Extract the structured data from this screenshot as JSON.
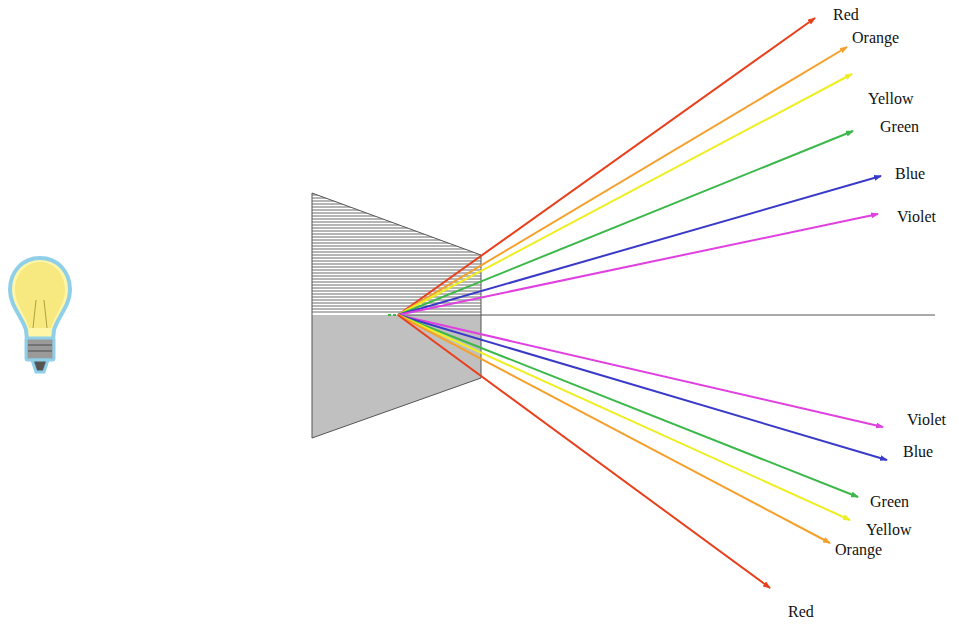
{
  "diagram": {
    "labels": [
      "Red",
      "Orange",
      "Yellow",
      "Green",
      "Blue",
      "Violet",
      "Violet",
      "Blue",
      "Green",
      "Yellow",
      "Orange",
      "Red"
    ]
  }
}
